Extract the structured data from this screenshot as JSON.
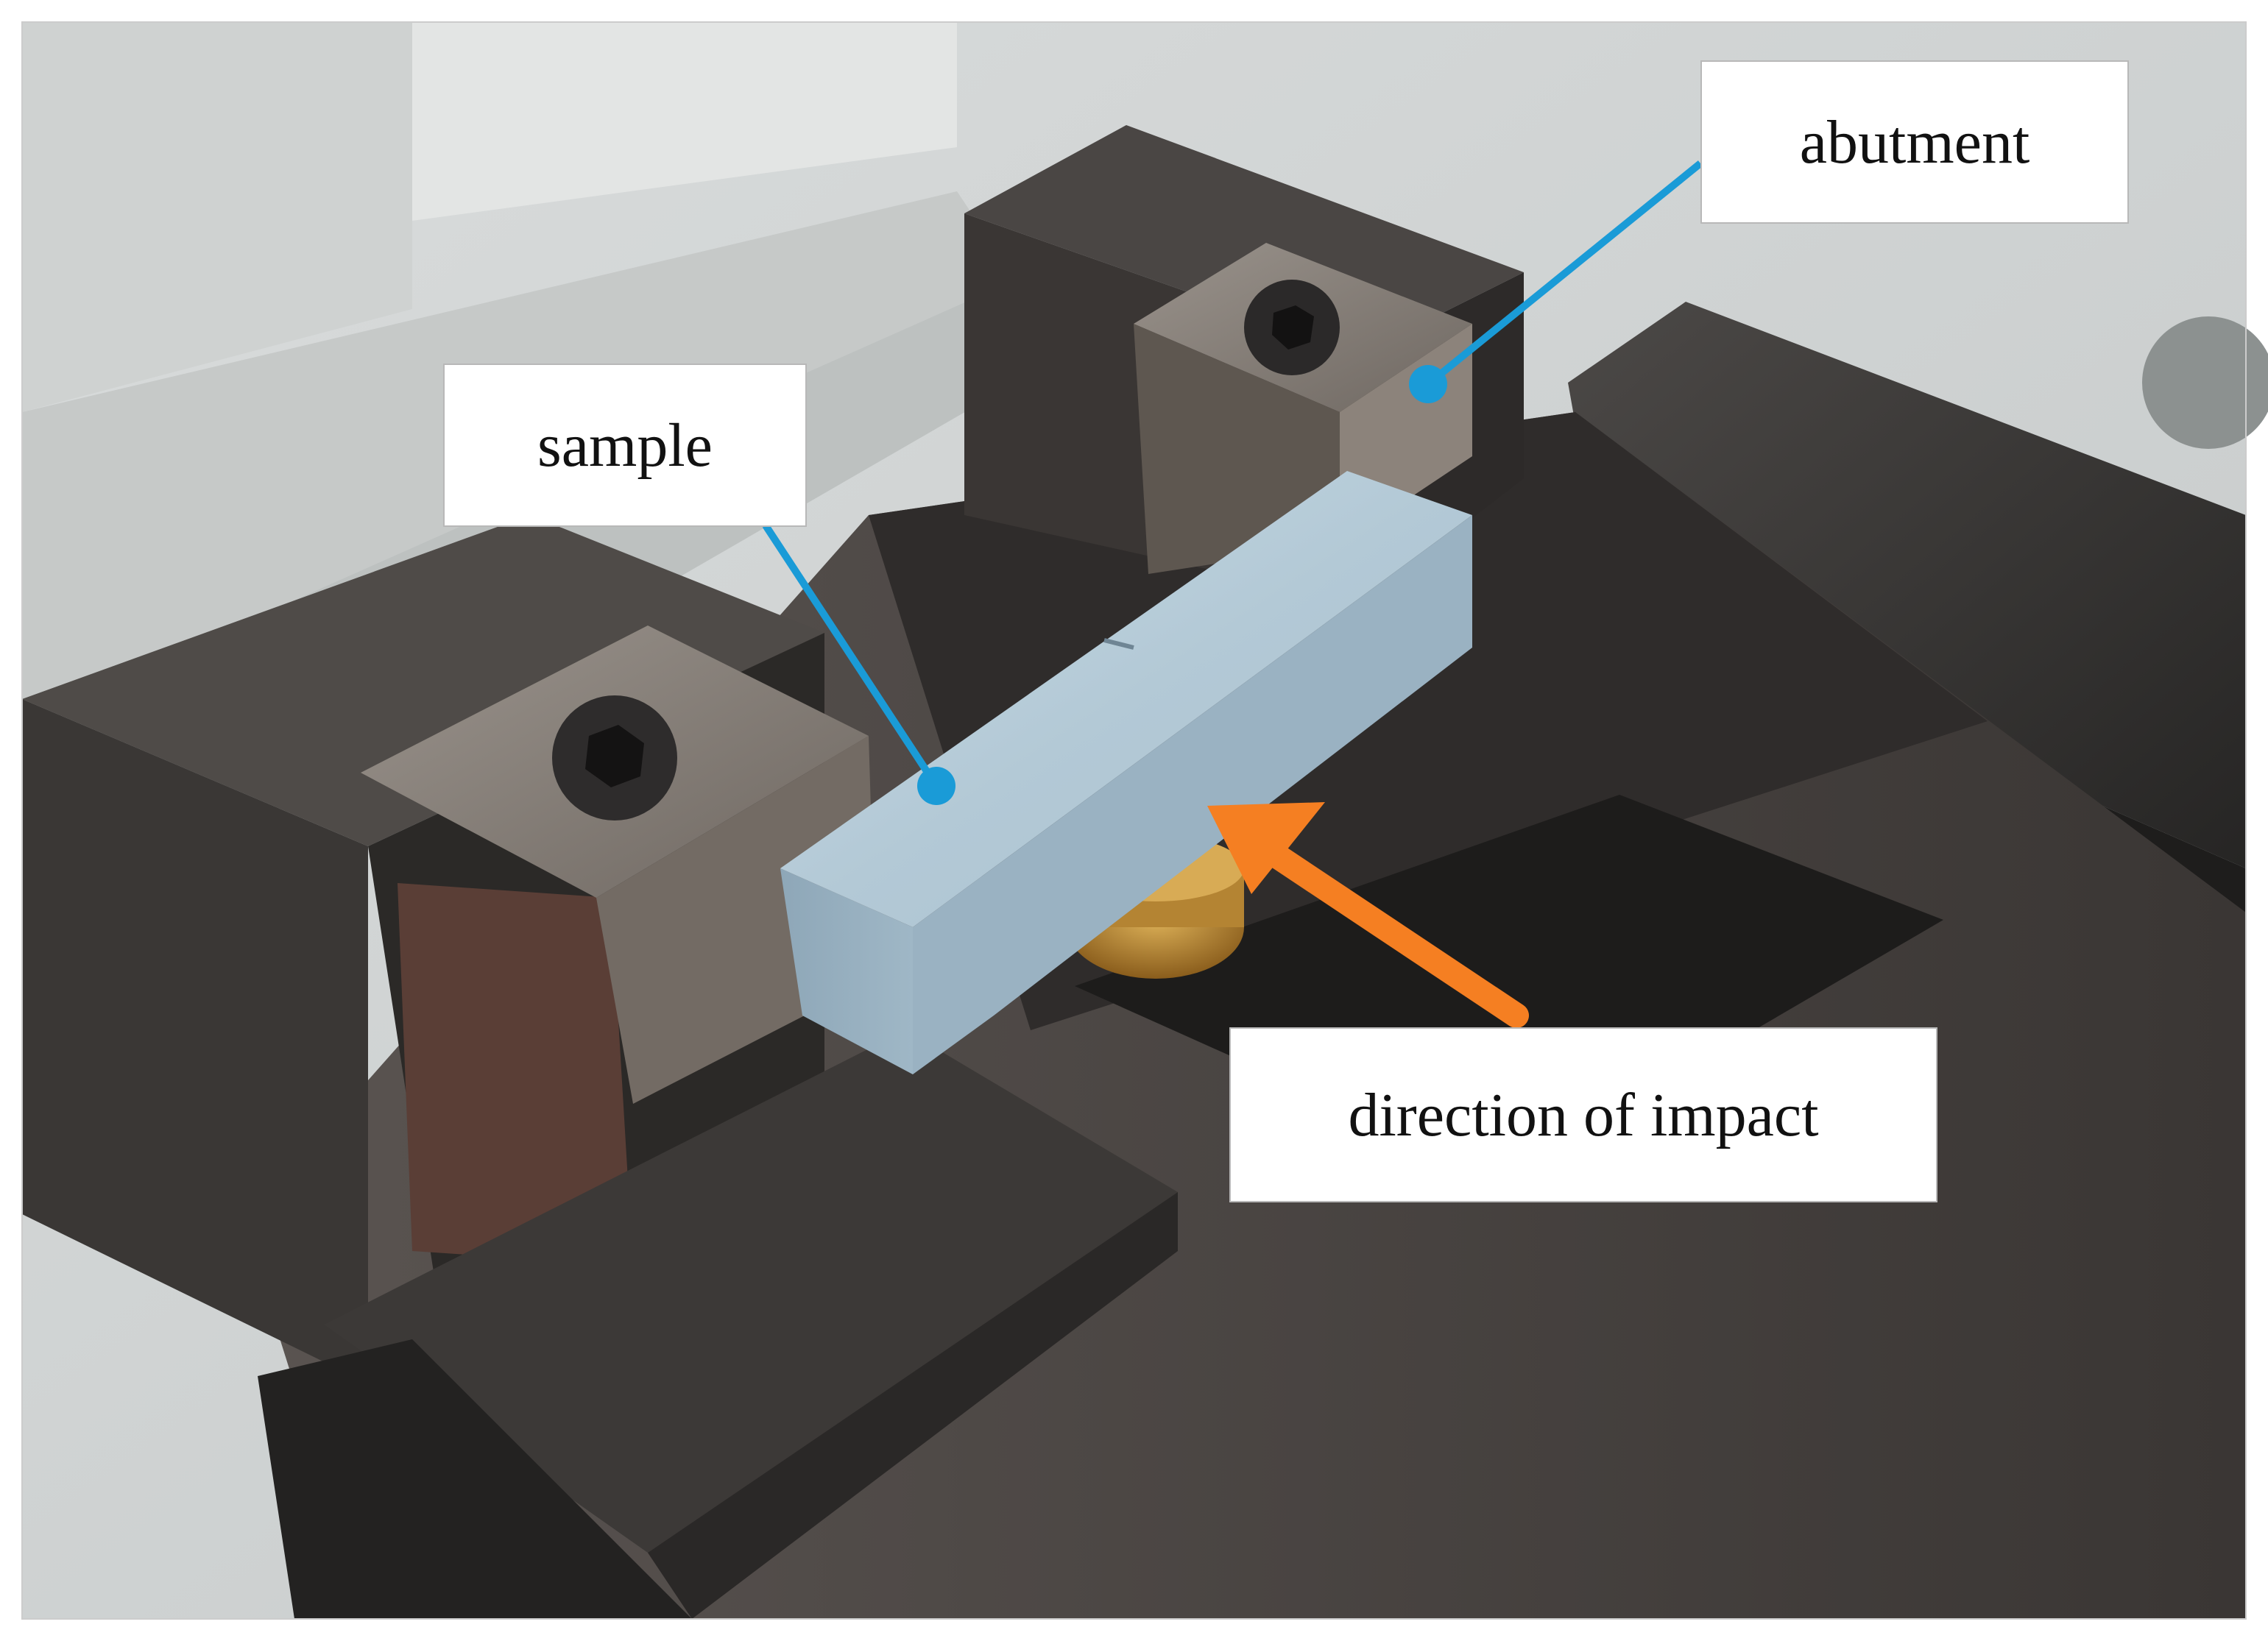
{
  "labels": {
    "abutment": "abutment",
    "sample": "sample",
    "impact": "direction of impact"
  },
  "colors": {
    "pointer_line": "#1a9bd7",
    "impact_arrow": "#f57f22",
    "label_background": "#ffffff",
    "label_text": "#111111"
  }
}
